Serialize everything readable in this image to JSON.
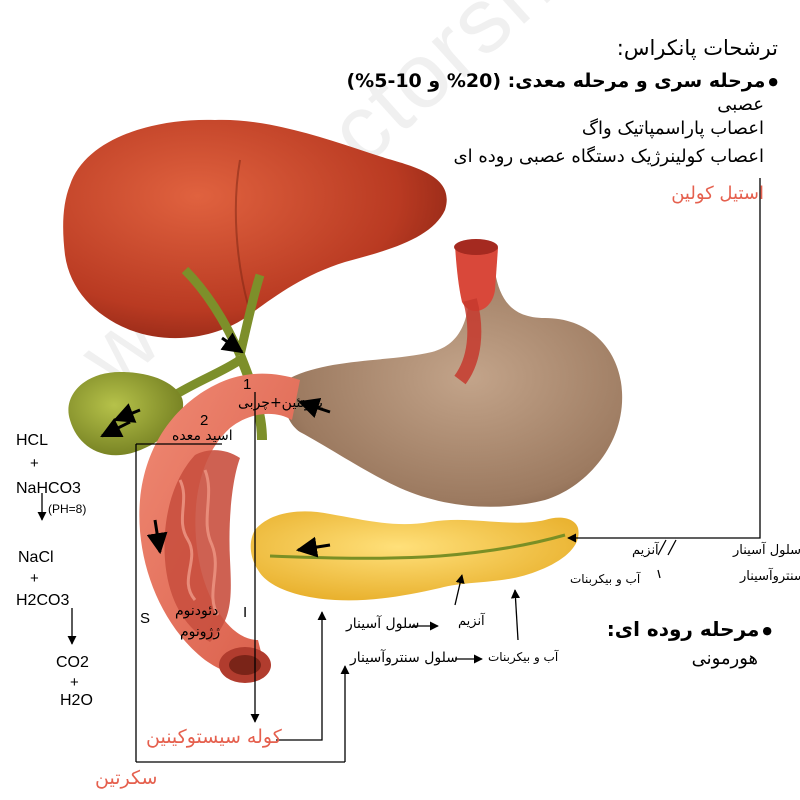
{
  "title": "ترشحات پانکراس:",
  "phase1": {
    "heading": "مرحله سری و مرحله معدی: (20% و 10-5%)",
    "line1": "عصبی",
    "line2": "اعصاب پاراسمپاتیک واگ",
    "line3": "اعصاب کولینرژیک دستگاه عصبی روده ای",
    "line4": "استیل کولین"
  },
  "phase2": {
    "heading": "مرحله روده ای:",
    "line1": "هورمونی"
  },
  "left_equation": {
    "hcl": "HCL",
    "plus1": "+",
    "nahco3": "NaHCO3",
    "ph": "(PH=8)",
    "nacl": "NaCl",
    "plus2": "+",
    "h2co3": "H2CO3",
    "co2": "CO2",
    "plus3": "+",
    "h2o": "H2O"
  },
  "duodenum_labels": {
    "n1": "1",
    "proteins_fats": "پروتئین+چربی",
    "n2": "2",
    "stomach_acid": "اسید معده",
    "duodenum": "دئودنوم",
    "jejunum": "ژژونوم",
    "s": "S",
    "i": "I"
  },
  "pancreas_labels": {
    "acinar_cell": "سلول آسینار",
    "enzyme": "آنزیم",
    "centroacinar_cell": "سلول سنتروآسینار",
    "water_bicarb": "آب و بیکربنات"
  },
  "hormones": {
    "cck": "کوله سیستوکینین",
    "secretin": "سکرتین"
  },
  "watermark": "www.doctorshop.ir",
  "colors": {
    "hormone_text": "#e5604e",
    "liver": "#c8452a",
    "stomach": "#a8876d",
    "pancreas": "#f2c33c",
    "duodenum": "#e8735f",
    "gallbladder": "#8a9a2c"
  }
}
